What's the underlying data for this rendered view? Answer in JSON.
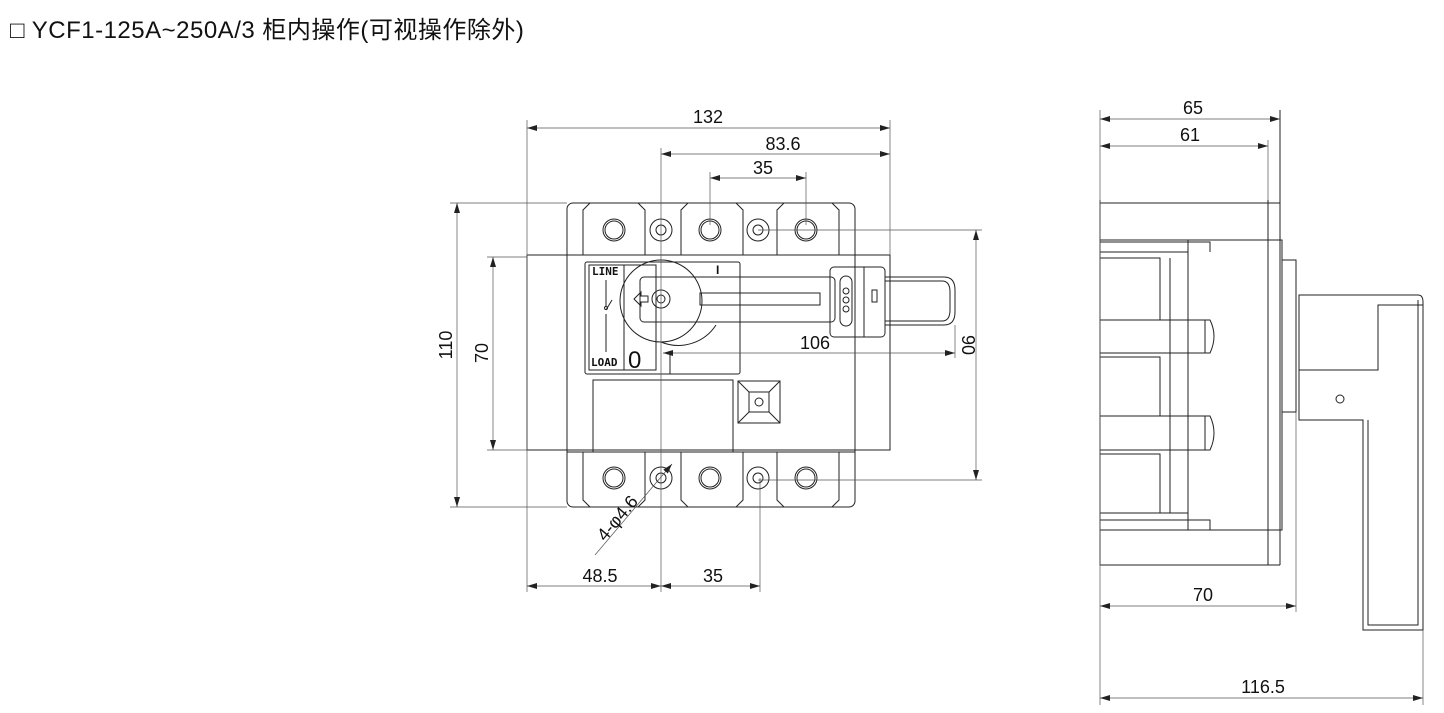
{
  "title": "□ YCF1-125A~250A/3  柜内操作(可视操作除外)",
  "front_view": {
    "label_line": "LINE",
    "label_load": "LOAD",
    "position_off": "0",
    "position_on": "I",
    "dims": {
      "overall_width": "132",
      "handle_offset": "83.6",
      "pole_pitch_top": "35",
      "handle_length": "106",
      "mount_height": "90",
      "overall_height": "110",
      "body_height": "70",
      "hole_spec": "4-φ4.6",
      "hole_offset": "48.5",
      "pole_pitch_bottom": "35"
    }
  },
  "side_view": {
    "dims": {
      "depth_outer": "65",
      "depth_inner": "61",
      "depth_body": "70",
      "depth_total": "116.5"
    }
  }
}
